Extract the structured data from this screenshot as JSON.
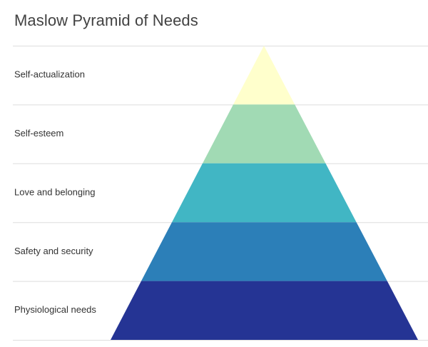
{
  "title": "Maslow Pyramid of Needs",
  "levels": [
    {
      "label": "Self-actualization",
      "color": "#FFFFCC"
    },
    {
      "label": "Self-esteem",
      "color": "#A1DAB4"
    },
    {
      "label": "Love and belonging",
      "color": "#41B6C4"
    },
    {
      "label": "Safety and security",
      "color": "#2C7FB8"
    },
    {
      "label": "Physiological needs",
      "color": "#253494"
    }
  ]
}
